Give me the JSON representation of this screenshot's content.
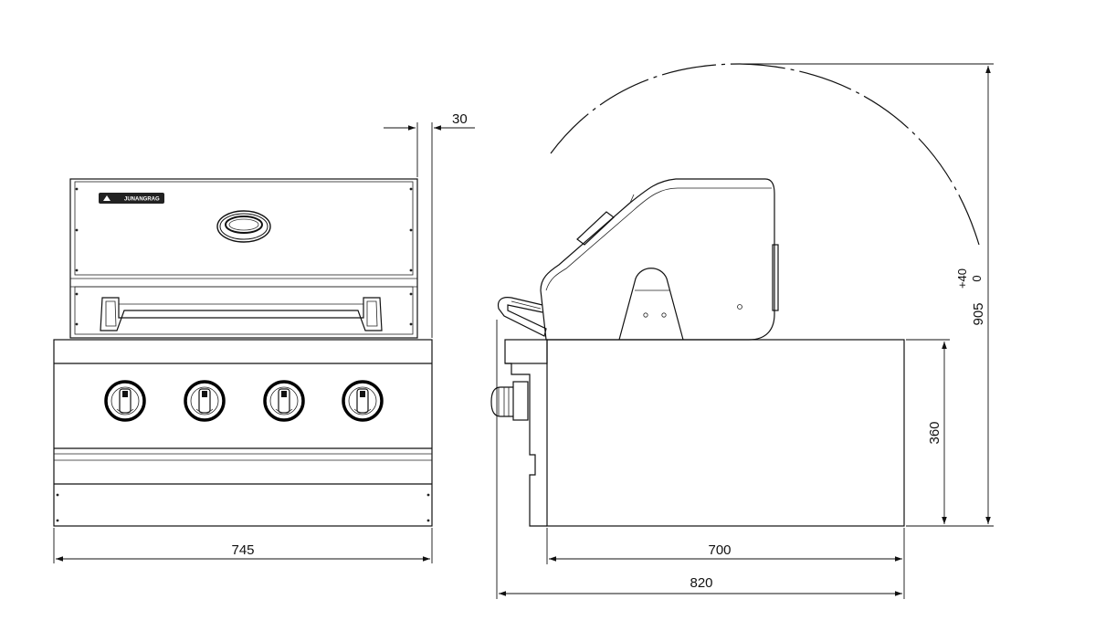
{
  "brand_badge": "JUNANGRAG",
  "dimensions": {
    "front_width": "745",
    "lid_overhang": "30",
    "side_depth_body": "700",
    "side_depth_total": "820",
    "body_height": "360",
    "open_height": "905",
    "tolerance_plus": "+40",
    "tolerance_minus": "0"
  }
}
